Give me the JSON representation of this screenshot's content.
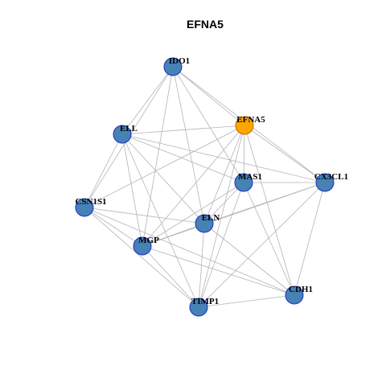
{
  "title": "EFNA5",
  "colors": {
    "hub_fill": "#FFA500",
    "hub_stroke": "#B36F00",
    "node_fill": "#4682B4",
    "node_stroke": "#1B2FC8",
    "edge": "#B4B4B4"
  },
  "nodes": [
    {
      "id": "IDO1",
      "label": "IDO1",
      "hub": false
    },
    {
      "id": "EFNA5",
      "label": "EFNA5",
      "hub": true
    },
    {
      "id": "ELL",
      "label": "ELL",
      "hub": false
    },
    {
      "id": "MAS1",
      "label": "MAS1",
      "hub": false
    },
    {
      "id": "CX3CL1",
      "label": "CX3CL1",
      "hub": false
    },
    {
      "id": "CSN1S1",
      "label": "CSN1S1",
      "hub": false
    },
    {
      "id": "ELN",
      "label": "ELN",
      "hub": false
    },
    {
      "id": "MGP",
      "label": "MGP",
      "hub": false
    },
    {
      "id": "CDH1",
      "label": "CDH1",
      "hub": false
    },
    {
      "id": "TIMP1",
      "label": "TIMP1",
      "hub": false
    }
  ],
  "edges": [
    [
      "IDO1",
      "ELL"
    ],
    [
      "IDO1",
      "EFNA5"
    ],
    [
      "IDO1",
      "CX3CL1"
    ],
    [
      "IDO1",
      "MAS1"
    ],
    [
      "IDO1",
      "ELN"
    ],
    [
      "IDO1",
      "MGP"
    ],
    [
      "IDO1",
      "CSN1S1"
    ],
    [
      "EFNA5",
      "ELL"
    ],
    [
      "EFNA5",
      "MAS1"
    ],
    [
      "EFNA5",
      "CX3CL1"
    ],
    [
      "EFNA5",
      "CSN1S1"
    ],
    [
      "EFNA5",
      "ELN"
    ],
    [
      "EFNA5",
      "MGP"
    ],
    [
      "EFNA5",
      "TIMP1"
    ],
    [
      "EFNA5",
      "CDH1"
    ],
    [
      "ELL",
      "CSN1S1"
    ],
    [
      "ELL",
      "MAS1"
    ],
    [
      "ELL",
      "CX3CL1"
    ],
    [
      "ELL",
      "ELN"
    ],
    [
      "ELL",
      "MGP"
    ],
    [
      "ELL",
      "TIMP1"
    ],
    [
      "MAS1",
      "MGP"
    ],
    [
      "MAS1",
      "ELN"
    ],
    [
      "MAS1",
      "TIMP1"
    ],
    [
      "MAS1",
      "CDH1"
    ],
    [
      "MAS1",
      "CX3CL1"
    ],
    [
      "CX3CL1",
      "MGP"
    ],
    [
      "CX3CL1",
      "ELN"
    ],
    [
      "CX3CL1",
      "CDH1"
    ],
    [
      "CX3CL1",
      "TIMP1"
    ],
    [
      "CSN1S1",
      "MGP"
    ],
    [
      "CSN1S1",
      "ELN"
    ],
    [
      "CSN1S1",
      "TIMP1"
    ],
    [
      "CSN1S1",
      "CDH1"
    ],
    [
      "ELN",
      "MGP"
    ],
    [
      "ELN",
      "TIMP1"
    ],
    [
      "ELN",
      "CDH1"
    ],
    [
      "MGP",
      "TIMP1"
    ],
    [
      "MGP",
      "CDH1"
    ],
    [
      "TIMP1",
      "CDH1"
    ]
  ]
}
